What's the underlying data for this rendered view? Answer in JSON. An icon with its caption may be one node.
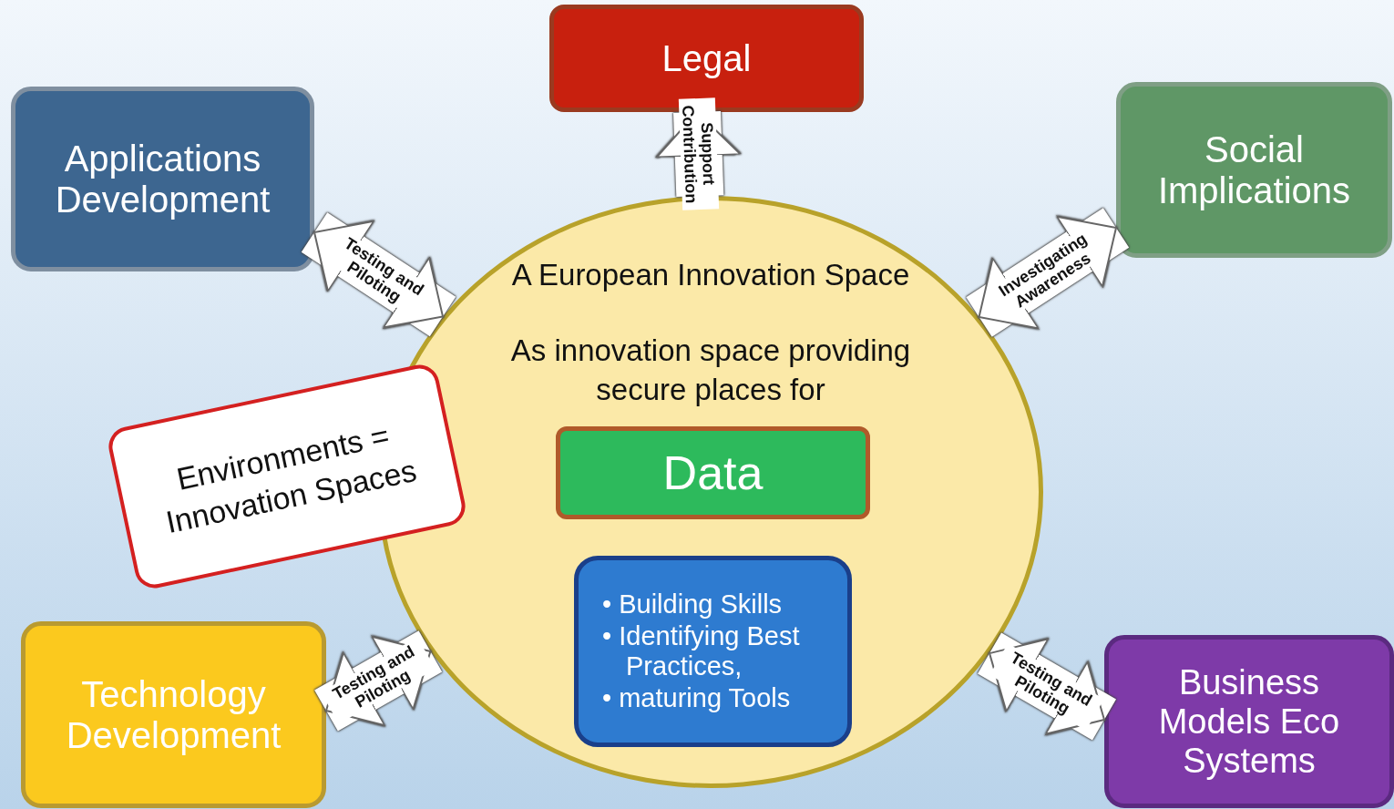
{
  "diagram": {
    "nodes": [
      {
        "text": [
          "Legal"
        ]
      },
      {
        "text": [
          "Applications Development"
        ]
      },
      {
        "text": [
          "Social Implications"
        ]
      },
      {
        "text": [
          "A European Innovation Space",
          "As innovation space providing secure places for"
        ]
      },
      {
        "text": [
          "Data"
        ],
        "in": 3
      },
      {
        "text": [
          "• Building Skills",
          "• Identifying Best Practices,",
          "• maturing Tools"
        ],
        "in": 3
      },
      {
        "text": [
          "Environments = Innovation Spaces"
        ]
      },
      {
        "text": [
          "Technology Development"
        ]
      },
      {
        "text": [
          "Business Models Eco Systems"
        ]
      }
    ],
    "edges": [
      {
        "from": 3,
        "to": 0,
        "arrow": "to",
        "label": "Support Contribution"
      },
      {
        "from": 3,
        "to": 1,
        "arrow": "both",
        "label": "Testing and Piloting"
      },
      {
        "from": 3,
        "to": 2,
        "arrow": "both",
        "label": "Investigating Awareness"
      },
      {
        "from": 3,
        "to": 7,
        "arrow": "both",
        "label": "Testing and Piloting"
      },
      {
        "from": 3,
        "to": 8,
        "arrow": "both",
        "label": "Testing and Piloting"
      }
    ]
  }
}
